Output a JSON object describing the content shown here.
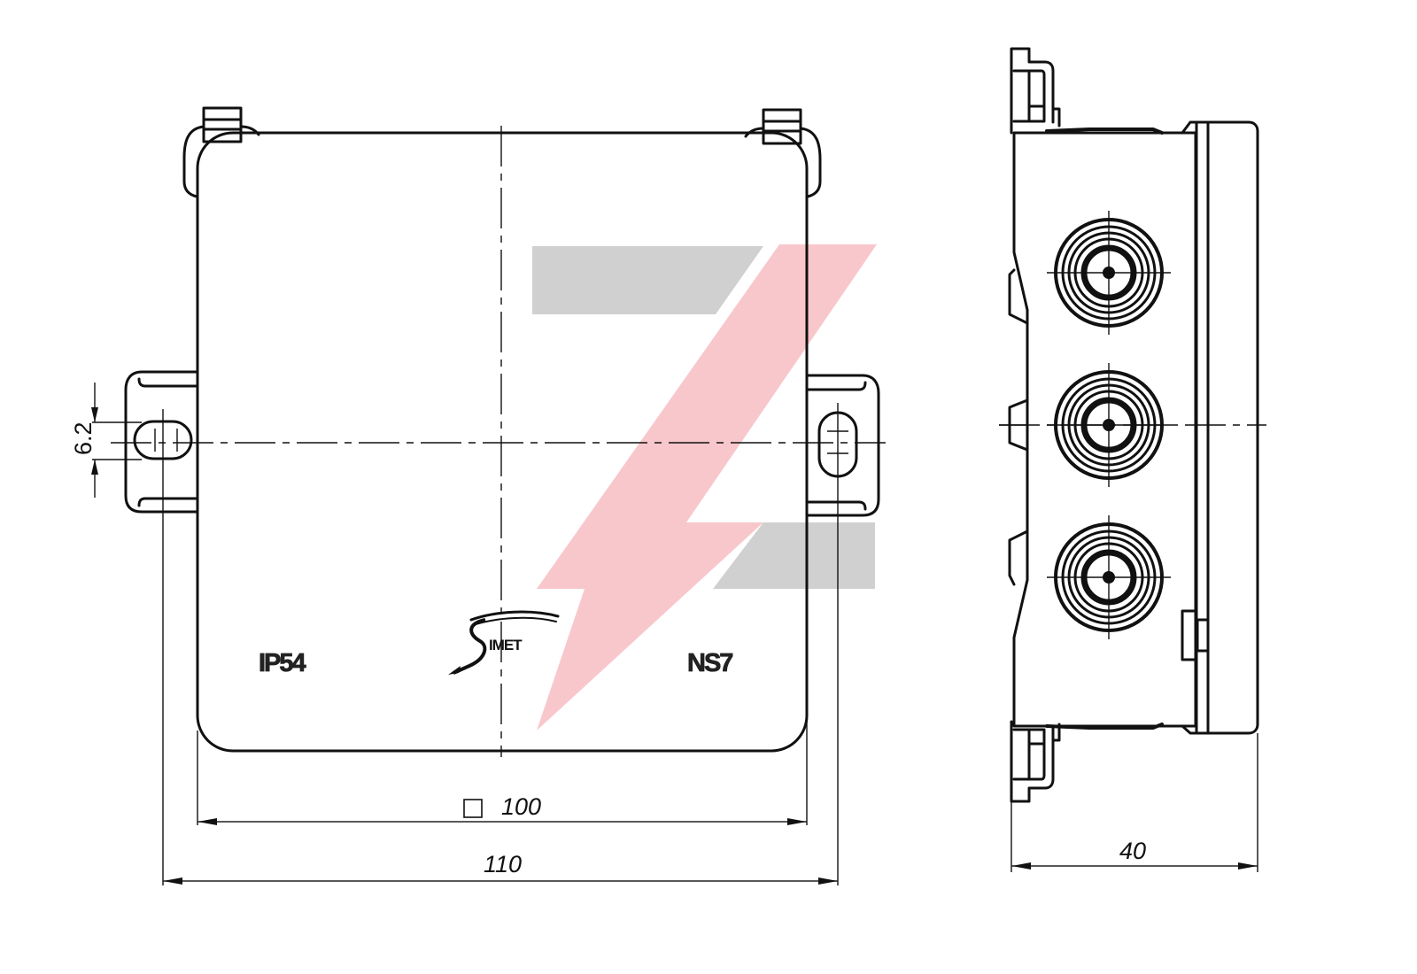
{
  "drawing": {
    "title": "Junction box technical drawing",
    "front_view": {
      "labels": {
        "ip_rating": "IP54",
        "model": "NS7",
        "brand": "IMET",
        "brand_initial": "S"
      },
      "dimensions": {
        "lid_width": "100",
        "lid_width_symbol": "□",
        "overall_width": "110",
        "mount_hole": "6.2"
      }
    },
    "side_view": {
      "dimensions": {
        "depth": "40"
      },
      "cable_glands": 3
    },
    "watermark": {
      "red": "#f08a95",
      "grey": "#c8c8c8"
    }
  }
}
